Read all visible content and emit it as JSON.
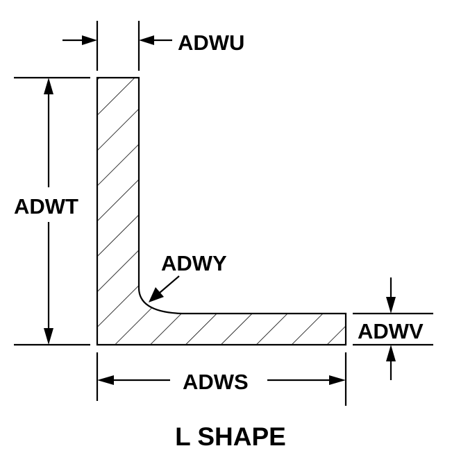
{
  "title": "L SHAPE",
  "dimensions": {
    "thickness_vertical": "ADWU",
    "height": "ADWT",
    "fillet_radius": "ADWY",
    "thickness_horizontal": "ADWV",
    "width": "ADWS"
  },
  "colors": {
    "ink": "#000000",
    "background": "#ffffff"
  }
}
